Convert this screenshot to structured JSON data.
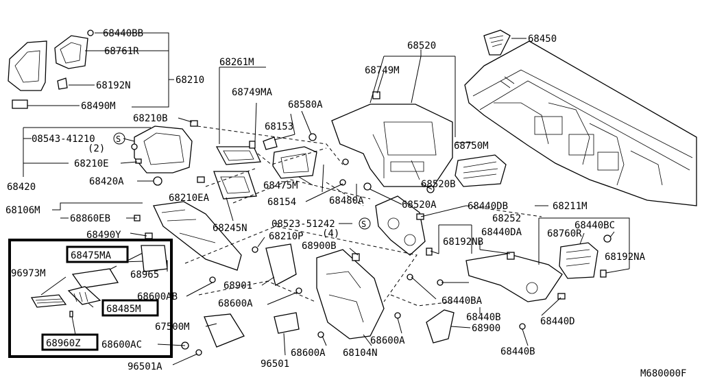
{
  "labels": {
    "p68440BB": "68440BB",
    "p68761R": "68761R",
    "p68210": "68210",
    "p68192N": "68192N",
    "p68490M": "68490M",
    "p68261M": "68261M",
    "p68749MA": "68749MA",
    "p68580A": "68580A",
    "p68153": "68153",
    "p68520": "68520",
    "p68749M": "68749M",
    "p68450": "68450",
    "p68750M": "68750M",
    "p68210B": "68210B",
    "p08543": "08543-41210",
    "p08543_qty": "(2)",
    "p68210E": "68210E",
    "p68420A": "68420A",
    "p68420": "68420",
    "p68475M": "68475M",
    "p68154": "68154",
    "p68480A": "68480A",
    "p68520B": "68520B",
    "p68520A": "68520A",
    "p68210EA": "68210EA",
    "p68106M": "68106M",
    "p68860EB": "68860EB",
    "p68245N": "68245N",
    "p68490Y": "68490Y",
    "p08523": "08523-51242",
    "p08523_qty": "(4)",
    "p68440DB": "68440DB",
    "p68252": "68252",
    "p68211M": "68211M",
    "p68440BC": "68440BC",
    "p68210P": "68210P",
    "p68192NB": "68192NB",
    "p68440DA": "68440DA",
    "p68760R": "68760R",
    "p68900B": "68900B",
    "p68192NA": "68192NA",
    "p68475MA": "68475MA",
    "p96973M": "96973M",
    "p68965": "68965",
    "p68901": "68901",
    "p68600AB": "68600AB",
    "p68600A_1": "68600A",
    "p68485M": "68485M",
    "p68440BA": "68440BA",
    "p68440B_1": "68440B",
    "p68440D": "68440D",
    "p67500M": "67500M",
    "p68900": "68900",
    "p68960Z": "68960Z",
    "p68600AC": "68600AC",
    "p68600A_2": "68600A",
    "p68104N": "68104N",
    "p68600A_3": "68600A",
    "p68440B_2": "68440B",
    "p96501A": "96501A",
    "p96501": "96501",
    "diagram_code": "M680000F"
  },
  "screw_symbol": "S",
  "highlighted_parts": [
    "68475MA",
    "68485M",
    "68960Z"
  ]
}
